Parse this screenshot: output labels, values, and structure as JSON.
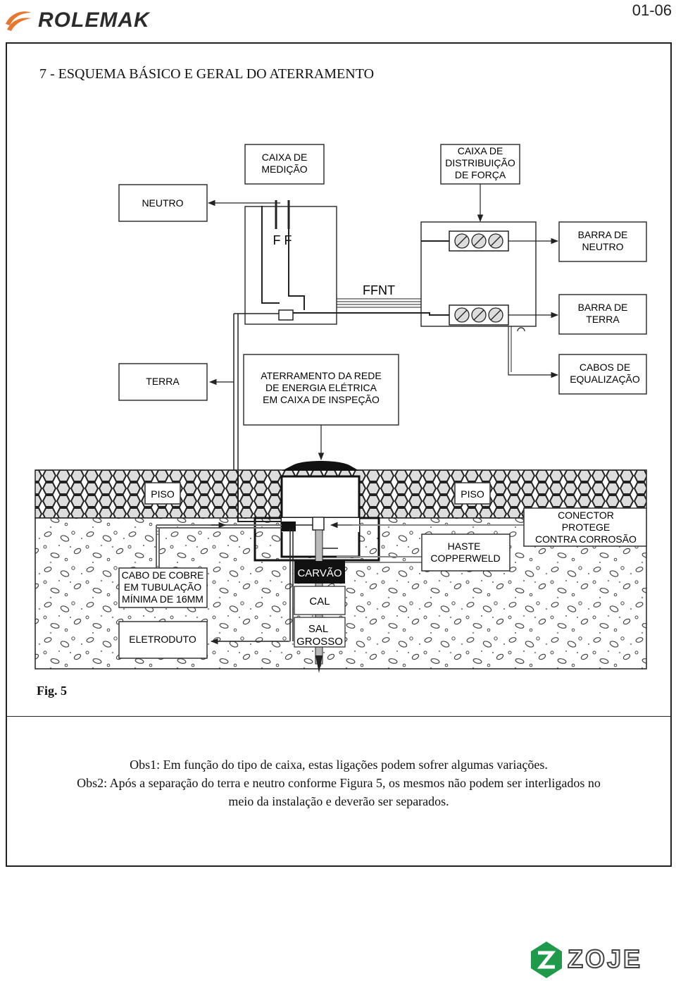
{
  "header": {
    "brand": "ROLEMAK",
    "page_number": "01-06"
  },
  "section": {
    "title": "7 - ESQUEMA BÁSICO E GERAL DO ATERRAMENTO"
  },
  "diagram": {
    "labels": {
      "caixa_medicao": [
        "CAIXA DE",
        "MEDIÇÃO"
      ],
      "caixa_distribuicao": [
        "CAIXA DE",
        "DISTRIBUIÇÃO",
        "DE FORÇA"
      ],
      "neutro": "NEUTRO",
      "ff": "F F",
      "barra_neutro": [
        "BARRA DE",
        "NEUTRO"
      ],
      "ffnt": "FFNT",
      "barra_terra": [
        "BARRA DE",
        "TERRA"
      ],
      "terra": "TERRA",
      "aterramento_rede": [
        "ATERRAMENTO DA REDE",
        "DE ENERGIA ELÉTRICA",
        "EM CAIXA DE INSPEÇÃO"
      ],
      "cabos_equalizacao": [
        "CABOS DE",
        "EQUALIZAÇÃO"
      ],
      "piso_left": "PISO",
      "piso_right": "PISO",
      "conector": [
        "CONECTOR",
        "PROTEGE",
        "CONTRA CORROSÃO"
      ],
      "haste": [
        "HASTE",
        "COPPERWELD"
      ],
      "cabo_cobre": [
        "CABO DE COBRE",
        "EM TUBULAÇÃO",
        "MÍNIMA DE 16MM"
      ],
      "carvao": "CARVÃO",
      "cal": "CAL",
      "sal_grosso": [
        "SAL",
        "GROSSO"
      ],
      "eletroduto": "ELETRODUTO"
    }
  },
  "figure": {
    "label": "Fig. 5"
  },
  "notes": {
    "obs1": "Obs1: Em função do tipo de caixa, estas ligações podem sofrer algumas variações.",
    "obs2_line1": "Obs2: Após a separação do terra e neutro conforme Figura 5, os mesmos não podem ser interligados no",
    "obs2_line2": "meio  da instalação e deverão ser separados."
  },
  "footer": {
    "brand": "ZOJE"
  }
}
